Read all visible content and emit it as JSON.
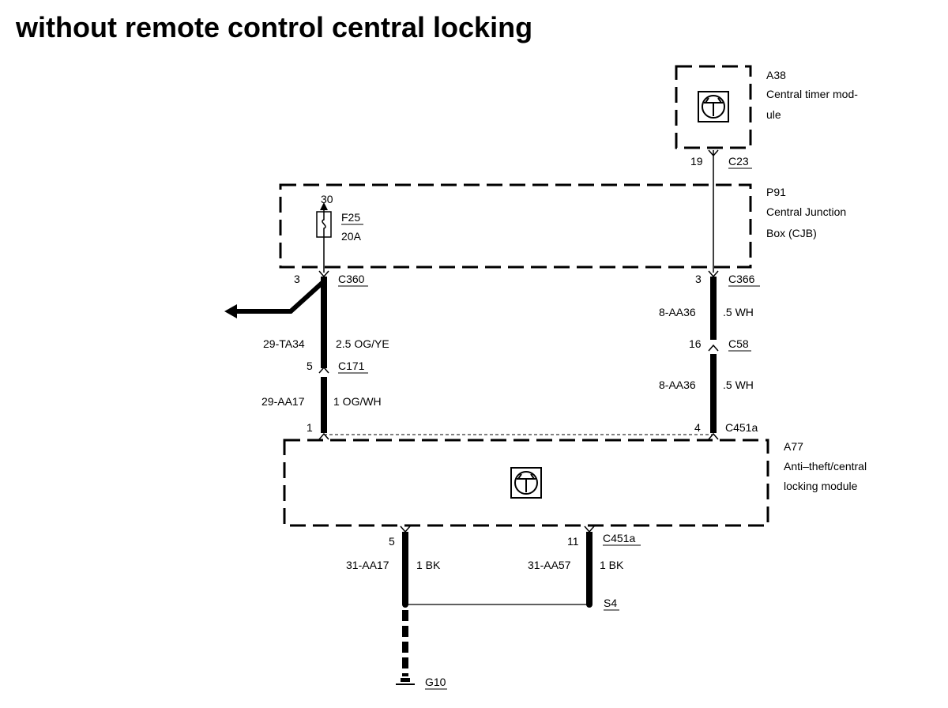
{
  "title": "without remote control central locking",
  "modules": {
    "a38": {
      "id": "A38",
      "desc_line1": "Central timer mod-",
      "desc_line2": "ule"
    },
    "p91": {
      "id": "P91",
      "desc_line1": "Central Junction",
      "desc_line2": "Box (CJB)"
    },
    "a77": {
      "id": "A77",
      "desc_line1": "Anti–theft/central",
      "desc_line2": "locking module"
    }
  },
  "fuse": {
    "supply": "30",
    "id": "F25",
    "rating": "20A"
  },
  "connectors": {
    "c23": {
      "pin": "19",
      "name": "C23"
    },
    "c360": {
      "pin": "3",
      "name": "C360"
    },
    "c366": {
      "pin": "3",
      "name": "C366"
    },
    "c58": {
      "pin": "16",
      "name": "C58"
    },
    "c171": {
      "pin": "5",
      "name": "C171"
    },
    "c451a_top": {
      "pin": "4",
      "name": "C451a"
    },
    "a77_left": {
      "pin": "1"
    },
    "c451a_bottom": {
      "pin_left": "5",
      "pin_right": "11",
      "name": "C451a"
    }
  },
  "wires": {
    "w_29ta34": {
      "code": "29-TA34",
      "spec": "2.5 OG/YE"
    },
    "w_29aa17": {
      "code": "29-AA17",
      "spec": "1 OG/WH"
    },
    "w_8aa36_upper": {
      "code": "8-AA36",
      "spec": ".5 WH"
    },
    "w_8aa36_lower": {
      "code": "8-AA36",
      "spec": ".5 WH"
    },
    "w_31aa17": {
      "code": "31-AA17",
      "spec": "1 BK"
    },
    "w_31aa57": {
      "code": "31-AA57",
      "spec": "1 BK"
    }
  },
  "splice": {
    "name": "S4"
  },
  "ground": {
    "name": "G10"
  }
}
